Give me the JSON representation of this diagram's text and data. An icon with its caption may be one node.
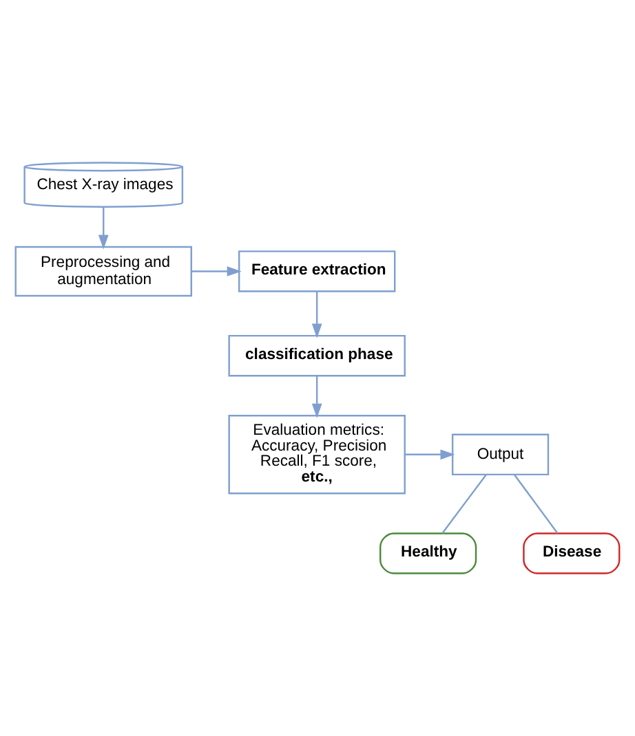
{
  "diagram": {
    "nodes": [
      {
        "text": [
          "Chest X-ray images"
        ]
      },
      {
        "text": [
          "Preprocessing and augmentation"
        ]
      },
      {
        "text": [
          "Feature extraction"
        ]
      },
      {
        "text": [
          "classification phase"
        ]
      },
      {
        "text": [
          "Evaluation metrics: Accuracy, Precision Recall, F1 score, **etc.,**"
        ]
      },
      {
        "text": [
          "Output"
        ]
      },
      {
        "text": [
          "Healthy"
        ]
      },
      {
        "text": [
          "Disease"
        ]
      }
    ],
    "edges": [
      {
        "from": 0,
        "to": 1,
        "arrow": "to"
      },
      {
        "from": 1,
        "to": 2,
        "arrow": "to"
      },
      {
        "from": 2,
        "to": 3,
        "arrow": "to"
      },
      {
        "from": 3,
        "to": 4,
        "arrow": "to"
      },
      {
        "from": 4,
        "to": 5,
        "arrow": "to"
      },
      {
        "from": 5,
        "to": 6,
        "arrow": "none"
      },
      {
        "from": 5,
        "to": 7,
        "arrow": "none"
      }
    ]
  }
}
